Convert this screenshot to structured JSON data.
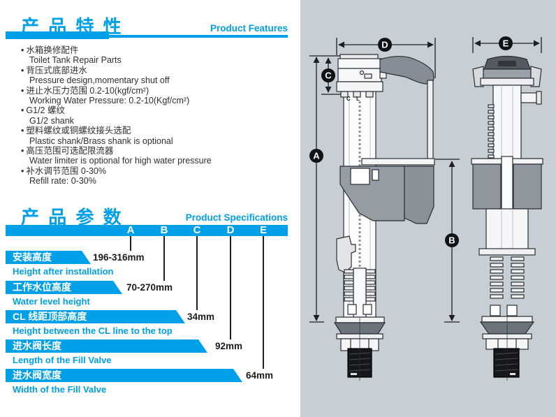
{
  "features_section": {
    "title_zh": "产 品 特 性",
    "title_en": "Product Features",
    "items": [
      {
        "zh": "水箱换修配件",
        "en": "Toilet Tank Repair Parts"
      },
      {
        "zh": "背压式底部进水",
        "en": "Pressure design,momentary shut off"
      },
      {
        "zh": "进止水压力范围 0.2-10(kgf/cm²)",
        "en": "Working Water Pressure: 0.2-10(Kgf/cm²)"
      },
      {
        "zh": "G1/2 螺纹",
        "en": "G1/2 shank"
      },
      {
        "zh": "塑料螺纹或铜螺纹接头选配",
        "en": "Plastic shank/Brass shank is optional"
      },
      {
        "zh": "高压范围可选配限流器",
        "en": "Water limiter is optional for high water pressure"
      },
      {
        "zh": "补水调节范围 0-30%",
        "en": "Refill rate: 0-30%"
      }
    ]
  },
  "specs_section": {
    "title_zh": "产 品 参 数",
    "title_en": "Product Specifications",
    "column_letters": [
      "A",
      "B",
      "C",
      "D",
      "E"
    ],
    "rows": [
      {
        "letter": "A",
        "zh": "安装高度",
        "en": "Height after installation",
        "value": "196-316mm"
      },
      {
        "letter": "B",
        "zh": "工作水位高度",
        "en": "Water level height",
        "value": "70-270mm"
      },
      {
        "letter": "C",
        "zh": "CL 线距顶部高度",
        "en": "Height between the CL line to the top",
        "value": "34mm"
      },
      {
        "letter": "D",
        "zh": "进水阀长度",
        "en": "Length of the Fill Valve",
        "value": "92mm"
      },
      {
        "letter": "E",
        "zh": "进水阀宽度",
        "en": "Width of the Fill Valve",
        "value": "64mm"
      }
    ]
  },
  "diagram": {
    "dim_labels": {
      "a": "A",
      "b": "B",
      "c": "C",
      "d": "D",
      "e": "E"
    },
    "cl_mark": "C L"
  },
  "colors": {
    "accent": "#00A0E9",
    "panel_bg": "#C7CED4",
    "text": "#2F2F2F",
    "dim_marker": "#1C1F24"
  }
}
